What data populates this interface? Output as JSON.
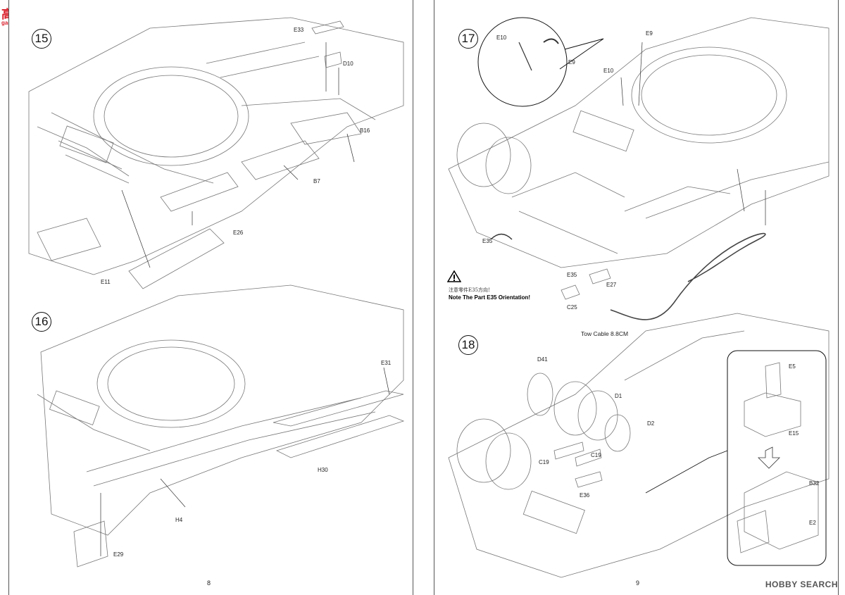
{
  "logo": {
    "text": "高手网",
    "url": "gao-shou.com"
  },
  "watermark": "HOBBY SEARCH",
  "left_page": {
    "page_number": "8",
    "step15": {
      "number": "15",
      "parts": {
        "e33": "E33",
        "d10": "D10",
        "b16": "B16",
        "b7": "B7",
        "e26": "E26",
        "e11": "E11"
      }
    },
    "step16": {
      "number": "16",
      "parts": {
        "e31": "E31",
        "h30": "H30",
        "h4": "H4",
        "e29": "E29"
      }
    }
  },
  "right_page": {
    "page_number": "9",
    "step17": {
      "number": "17",
      "parts": {
        "e10_detail": "E10",
        "e9_detail": "E9",
        "e9": "E9",
        "e10": "E10",
        "e35_a": "E35",
        "e35_b": "E35",
        "e27": "E27",
        "c25": "C25"
      },
      "note_zh": "注意零件E35方向!",
      "note_en": "Note The Part E35 Orientation!",
      "cable_label": "Tow Cable 8.8CM"
    },
    "step18": {
      "number": "18",
      "parts": {
        "d41": "D41",
        "d1": "D1",
        "d2": "D2",
        "c19_a": "C19",
        "c19_b": "C19",
        "e36": "E36",
        "e5": "E5",
        "e15": "E15",
        "b32": "B32",
        "e2": "E2"
      }
    }
  }
}
